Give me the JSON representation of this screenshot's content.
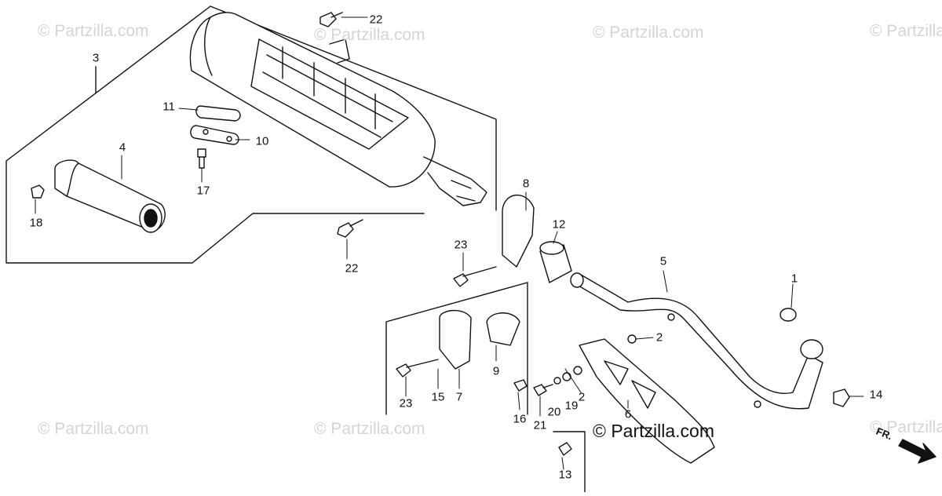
{
  "watermark": "© Partzilla.com",
  "direction_label": "FR.",
  "callouts": [
    "1",
    "2",
    "2",
    "3",
    "4",
    "5",
    "6",
    "7",
    "8",
    "9",
    "10",
    "11",
    "12",
    "13",
    "14",
    "15",
    "16",
    "17",
    "18",
    "19",
    "20",
    "21",
    "22",
    "22",
    "23",
    "23"
  ]
}
